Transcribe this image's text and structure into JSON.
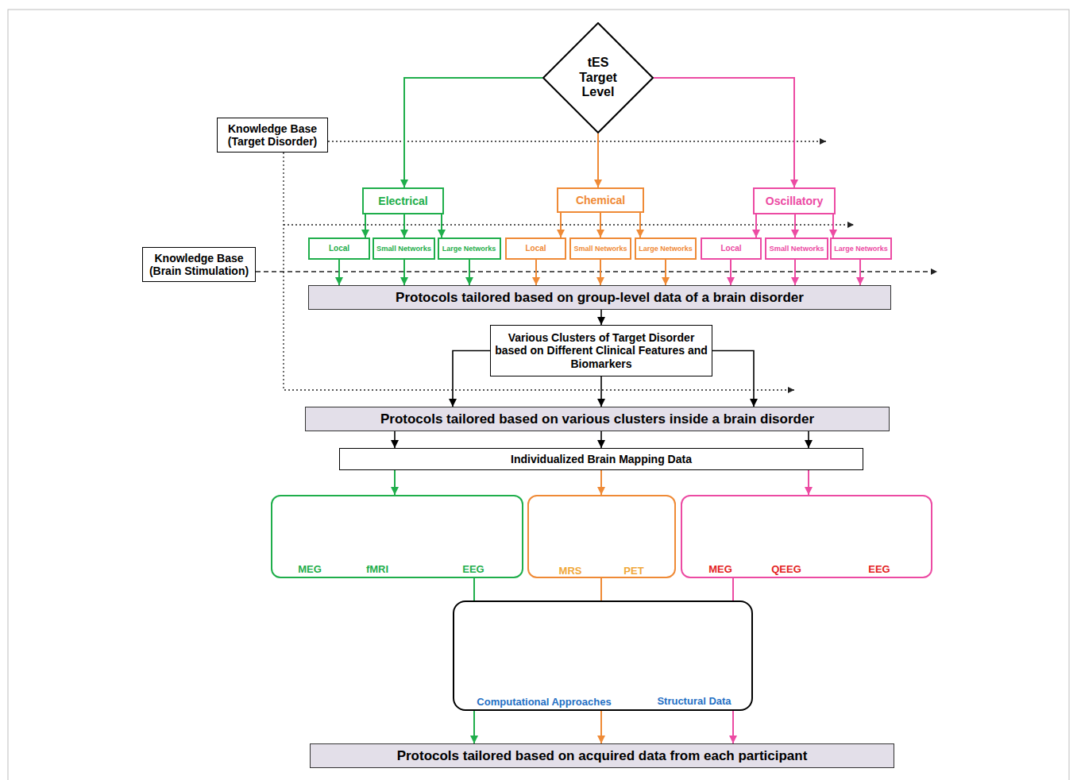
{
  "diagram": {
    "nodes": [
      {
        "text": [
          "tES Target Level"
        ]
      },
      {
        "text": [
          "Knowledge Base (Target Disorder)"
        ]
      },
      {
        "text": [
          "Electrical"
        ]
      },
      {
        "text": [
          "Chemical"
        ]
      },
      {
        "text": [
          "Oscillatory"
        ]
      },
      {
        "text": [
          "Knowledge Base (Brain Stimulation)"
        ]
      },
      {
        "text": [
          "Local"
        ]
      },
      {
        "text": [
          "Small Networks"
        ]
      },
      {
        "text": [
          "Large Networks"
        ]
      },
      {
        "text": [
          "Local"
        ]
      },
      {
        "text": [
          "Small Networks"
        ]
      },
      {
        "text": [
          "Large Networks"
        ]
      },
      {
        "text": [
          "Local"
        ]
      },
      {
        "text": [
          "Small Networks"
        ]
      },
      {
        "text": [
          "Large Networks"
        ]
      },
      {
        "text": [
          "Protocols tailored based on group-level data of a brain disorder"
        ]
      },
      {
        "text": [
          "Various Clusters of Target Disorder based on Different Clinical Features and Biomarkers"
        ]
      },
      {
        "text": [
          "Protocols tailored based on various clusters inside a brain disorder"
        ]
      },
      {
        "text": [
          "Individualized Brain Mapping Data"
        ]
      },
      {
        "text": [
          "MEG",
          "fMRI",
          "EEG"
        ]
      },
      {
        "text": [
          "MRS",
          "PET"
        ]
      },
      {
        "text": [
          "MEG",
          "QEEG",
          "EEG"
        ]
      },
      {
        "text": [
          "Computational Approaches",
          "Structural Data"
        ]
      },
      {
        "text": [
          "Protocols tailored based on acquired data from each participant"
        ]
      }
    ],
    "edges": [
      {
        "from": 0,
        "to": 2,
        "arrow": "to"
      },
      {
        "from": 0,
        "to": 3,
        "arrow": "to"
      },
      {
        "from": 0,
        "to": 4,
        "arrow": "to"
      },
      {
        "from": 2,
        "to": 6,
        "arrow": "to"
      },
      {
        "from": 2,
        "to": 7,
        "arrow": "to"
      },
      {
        "from": 2,
        "to": 8,
        "arrow": "to"
      },
      {
        "from": 3,
        "to": 9,
        "arrow": "to"
      },
      {
        "from": 3,
        "to": 10,
        "arrow": "to"
      },
      {
        "from": 3,
        "to": 11,
        "arrow": "to"
      },
      {
        "from": 4,
        "to": 12,
        "arrow": "to"
      },
      {
        "from": 4,
        "to": 13,
        "arrow": "to"
      },
      {
        "from": 4,
        "to": 14,
        "arrow": "to"
      },
      {
        "from": 6,
        "to": 15,
        "arrow": "to"
      },
      {
        "from": 7,
        "to": 15,
        "arrow": "to"
      },
      {
        "from": 8,
        "to": 15,
        "arrow": "to"
      },
      {
        "from": 9,
        "to": 15,
        "arrow": "to"
      },
      {
        "from": 10,
        "to": 15,
        "arrow": "to"
      },
      {
        "from": 11,
        "to": 15,
        "arrow": "to"
      },
      {
        "from": 12,
        "to": 15,
        "arrow": "to"
      },
      {
        "from": 13,
        "to": 15,
        "arrow": "to"
      },
      {
        "from": 14,
        "to": 15,
        "arrow": "to"
      },
      {
        "from": 15,
        "to": 16,
        "arrow": "to"
      },
      {
        "from": 16,
        "to": 17,
        "arrow": "to"
      },
      {
        "from": 16,
        "to": 17,
        "arrow": "to"
      },
      {
        "from": 16,
        "to": 17,
        "arrow": "to"
      },
      {
        "from": 17,
        "to": 18,
        "arrow": "to"
      },
      {
        "from": 17,
        "to": 18,
        "arrow": "to"
      },
      {
        "from": 17,
        "to": 18,
        "arrow": "to"
      },
      {
        "from": 18,
        "to": 19,
        "arrow": "to"
      },
      {
        "from": 18,
        "to": 20,
        "arrow": "to"
      },
      {
        "from": 18,
        "to": 21,
        "arrow": "to"
      },
      {
        "from": 19,
        "to": 22,
        "arrow": "none"
      },
      {
        "from": 20,
        "to": 22,
        "arrow": "none"
      },
      {
        "from": 21,
        "to": 22,
        "arrow": "none"
      },
      {
        "from": 22,
        "to": 23,
        "arrow": "to"
      },
      {
        "from": 22,
        "to": 23,
        "arrow": "to"
      },
      {
        "from": 22,
        "to": 23,
        "arrow": "to"
      }
    ]
  }
}
